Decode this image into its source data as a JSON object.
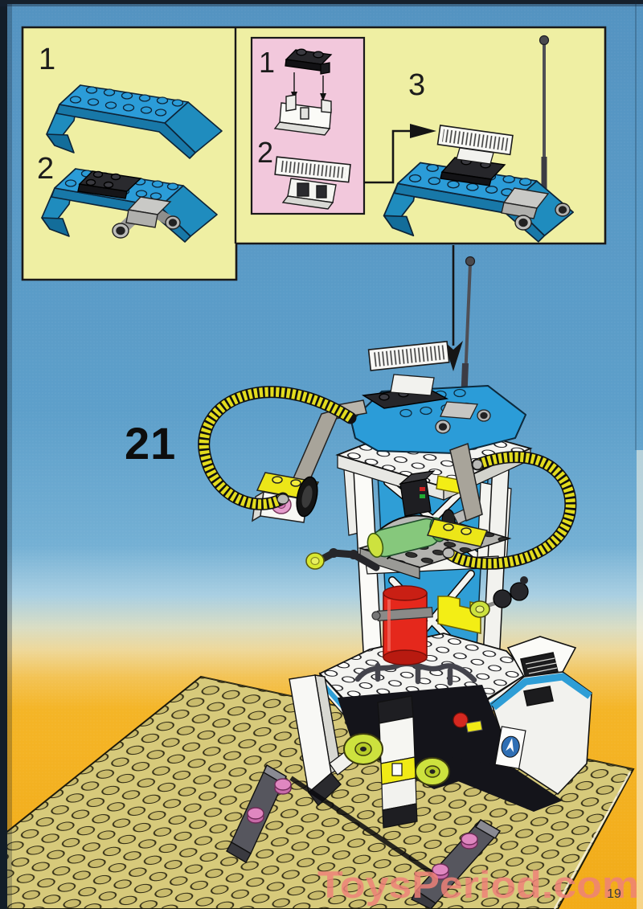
{
  "page": {
    "step_number": "21",
    "page_number": "19"
  },
  "watermark": {
    "text": "ToysPeriod.com"
  },
  "inset": {
    "steps": [
      {
        "label": "1"
      },
      {
        "label": "2"
      },
      {
        "label": "3"
      }
    ],
    "pink_steps": [
      {
        "label": "1"
      },
      {
        "label": "2"
      }
    ]
  },
  "palette": {
    "sky_blue": "#5d9ec9",
    "ground_orange": "#f4b122",
    "panel_yellow": "#efefa3",
    "panel_pink": "#f2c8dc",
    "brick_blue": "#2b9cd8",
    "brick_blue_shade": "#1f8cbe",
    "baseplate_tan": "#d7ca7b",
    "hose_yellow": "#e3dc1e",
    "lime_green": "#cde23e",
    "tank_red": "#e5281c",
    "plate_pink": "#e087c0",
    "watermark_salmon": "#ef8279",
    "scan_edge_dark": "#16212d"
  }
}
